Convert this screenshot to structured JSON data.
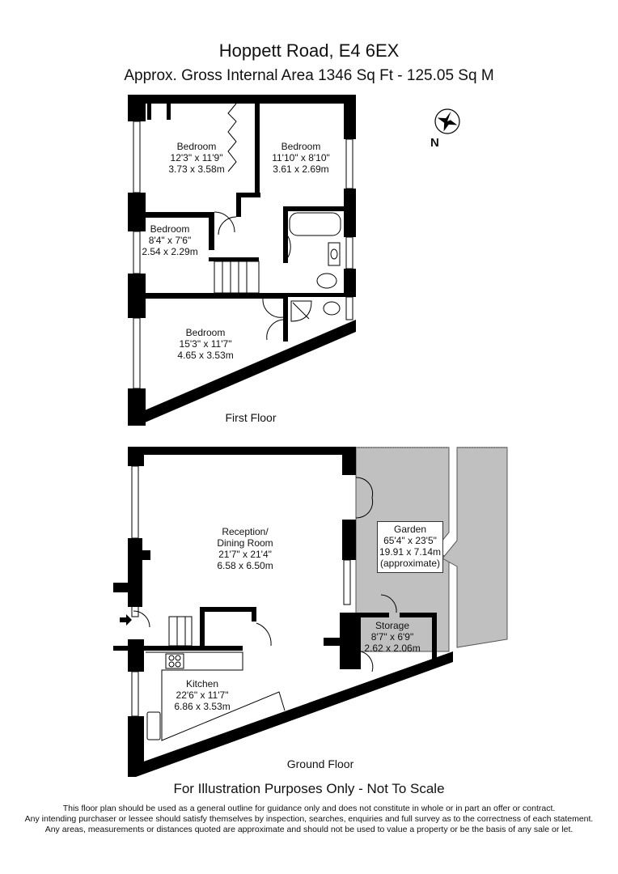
{
  "header": {
    "title": "Hoppett Road, E4 6EX",
    "area": "Approx. Gross Internal Area   1346 Sq Ft  -  125.05 Sq M"
  },
  "compass": {
    "label": "N"
  },
  "first_floor": {
    "label": "First Floor",
    "rooms": [
      {
        "name": "Bedroom",
        "imperial": "12'3\" x 11'9\"",
        "metric": "3.73 x 3.58m"
      },
      {
        "name": "Bedroom",
        "imperial": "11'10\" x 8'10\"",
        "metric": "3.61 x 2.69m"
      },
      {
        "name": "Bedroom",
        "imperial": "8'4\" x 7'6\"",
        "metric": "2.54 x 2.29m"
      },
      {
        "name": "Bedroom",
        "imperial": "15'3\" x 11'7\"",
        "metric": "4.65 x 3.53m"
      }
    ]
  },
  "ground_floor": {
    "label": "Ground Floor",
    "rooms": [
      {
        "name": "Reception/",
        "name2": "Dining Room",
        "imperial": "21'7\" x 21'4\"",
        "metric": "6.58 x 6.50m"
      },
      {
        "name": "Kitchen",
        "imperial": "22'6\" x 11'7\"",
        "metric": "6.86 x 3.53m"
      },
      {
        "name": "Storage",
        "imperial": "8'7\" x 6'9\"",
        "metric": "2.62 x 2.06m"
      },
      {
        "name": "Garden",
        "imperial": "65'4\" x 23'5\"",
        "metric": "19.91 x 7.14m",
        "note": "(approximate)"
      }
    ]
  },
  "footer": {
    "notice": "For Illustration Purposes Only - Not To Scale",
    "disclaimer": [
      "This floor plan should be used as a general outline for guidance only and does not constitute in whole or in part an offer or contract.",
      "Any intending purchaser or lessee should satisfy themselves by inspection, searches, enquiries and full survey as to the correctness of each statement.",
      "Any areas, measurements or distances quoted are approximate and should not be used to value a property or be the basis of any sale or let."
    ]
  },
  "colors": {
    "wall": "#000000",
    "garden": "#c0c0c0",
    "background": "#ffffff"
  }
}
